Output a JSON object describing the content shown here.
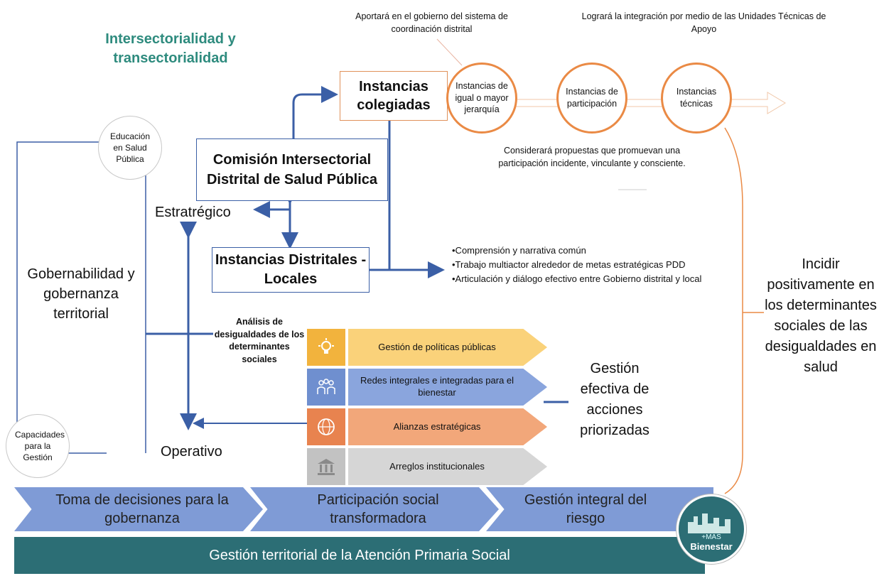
{
  "title": "Intersectorialidad y transectorialidad",
  "top_notes": {
    "left": "Aportará en el gobierno del sistema de coordinación distrital",
    "right": "Logrará la integración por medio de las Unidades Técnicas de Apoyo",
    "bottom": "Considerará propuestas que promuevan una participación incidente, vinculante y consciente."
  },
  "instancias_colegiadas": "Instancias colegiadas",
  "orange_circles": [
    "Instancias de igual o mayor jerarquía",
    "Instancias de participación",
    "Instancias técnicas"
  ],
  "gray_circles": {
    "top": "Educación en Salud Pública",
    "bottom": "Capacidades para la Gestión"
  },
  "comision": "Comisión Intersectorial Distrital de Salud Pública",
  "instancias_distritales": "Instancias Distritales - Locales",
  "estrategico": "Estratrégico",
  "operativo": "Operativo",
  "gobernabilidad": "Gobernabilidad y gobernanza territorial",
  "bullets": [
    "•Comprensión y narrativa común",
    "•Trabajo multiactor alrededor de metas estratégicas PDD",
    "•Articulación y diálogo efectivo entre Gobierno distrital y local"
  ],
  "analisis": "Análisis de desigualdades de los determinantes sociales",
  "rows": [
    {
      "label": "Gestión de políticas públicas",
      "icon": "lightbulb-icon",
      "color": "#fad27a",
      "icon_bg": "#f2b33d"
    },
    {
      "label": "Redes integrales e integradas para el bienestar",
      "icon": "people-network-icon",
      "color": "#8aa5dd",
      "icon_bg": "#6f8fcf"
    },
    {
      "label": "Alianzas estratégicas",
      "icon": "globe-icon",
      "color": "#f2a77a",
      "icon_bg": "#e8834f"
    },
    {
      "label": "Arreglos institucionales",
      "icon": "institution-icon",
      "color": "#d6d6d6",
      "icon_bg": "#c2c2c2"
    }
  ],
  "gestion_efectiva": "Gestión efectiva de acciones priorizadas",
  "incidir": "Incidir positivamente en los determinantes sociales de las desigualdades en salud",
  "chevrons": [
    "Toma de decisiones para la gobernanza",
    "Participación social transformadora",
    "Gestión integral del riesgo"
  ],
  "footer": "Gestión territorial de la Atención Primaria Social",
  "logo_text": {
    "top": "+MAS",
    "bottom": "Bienestar"
  },
  "colors": {
    "blue": "#3b5fa6",
    "orange": "#ea8a45",
    "teal": "#2c6e75",
    "title": "#2e8b7e"
  }
}
